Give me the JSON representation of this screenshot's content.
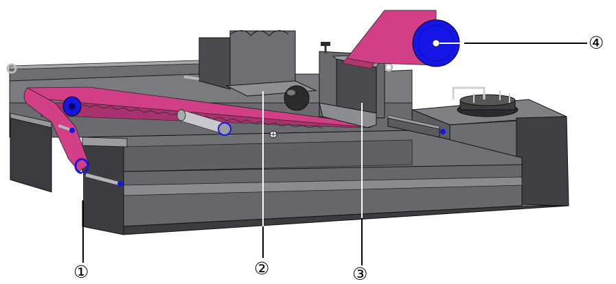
{
  "diagram": {
    "colors": {
      "frame": "#55565a",
      "frame_dark": "#3c3d40",
      "frame_light": "#8a8b8f",
      "belt": "#d13f86",
      "roller": "#1515e6",
      "leader": "#000000"
    },
    "callouts": [
      {
        "id": "1",
        "label": "①"
      },
      {
        "id": "2",
        "label": "②"
      },
      {
        "id": "3",
        "label": "③"
      },
      {
        "id": "4",
        "label": "④"
      }
    ]
  }
}
